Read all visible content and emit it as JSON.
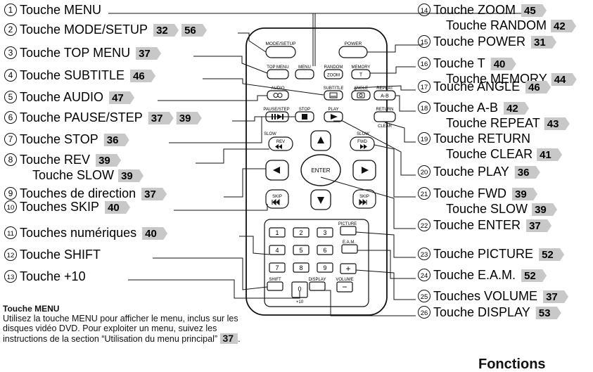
{
  "legend": {
    "left": [
      {
        "num": 1,
        "label": "Touche MENU",
        "pages": []
      },
      {
        "num": 2,
        "label": "Touche MODE/SETUP",
        "pages": [
          "32",
          "56"
        ]
      },
      {
        "num": 3,
        "label": "Touche TOP MENU",
        "pages": [
          "37"
        ]
      },
      {
        "num": 4,
        "label": "Touche SUBTITLE",
        "pages": [
          "46"
        ]
      },
      {
        "num": 5,
        "label": "Touche AUDIO",
        "pages": [
          "47"
        ]
      },
      {
        "num": 6,
        "label": "Touche PAUSE/STEP",
        "pages": [
          "37",
          "39"
        ]
      },
      {
        "num": 7,
        "label": "Touche STOP",
        "pages": [
          "36"
        ]
      },
      {
        "num": 8,
        "label": "Touche REV",
        "pages": [
          "39"
        ],
        "label2": "Touche SLOW",
        "pages2": [
          "39"
        ]
      },
      {
        "num": 9,
        "label": "Touches de direction",
        "pages": [
          "37"
        ]
      },
      {
        "num": 10,
        "label": "Touches SKIP",
        "pages": [
          "40"
        ]
      },
      {
        "num": 11,
        "label": "Touches numériques",
        "pages": [
          "40"
        ]
      },
      {
        "num": 12,
        "label": "Touche SHIFT",
        "pages": []
      },
      {
        "num": 13,
        "label": "Touche +10",
        "pages": []
      }
    ],
    "right": [
      {
        "num": 14,
        "label": "Touche ZOOM",
        "pages": [
          "45"
        ],
        "label2": "Touche RANDOM",
        "pages2": [
          "42"
        ]
      },
      {
        "num": 15,
        "label": "Touche POWER",
        "pages": [
          "31"
        ]
      },
      {
        "num": 16,
        "label": "Touche T",
        "pages": [
          "40"
        ],
        "label2": "Touche MEMORY",
        "pages2": [
          "44"
        ]
      },
      {
        "num": 17,
        "label": "Touche ANGLE",
        "pages": [
          "46"
        ]
      },
      {
        "num": 18,
        "label": "Touche A-B",
        "pages": [
          "42"
        ],
        "label2": "Touche REPEAT",
        "pages2": [
          "43"
        ]
      },
      {
        "num": 19,
        "label": "Touche RETURN",
        "pages": [],
        "label2": "Touche CLEAR",
        "pages2": [
          "41"
        ]
      },
      {
        "num": 20,
        "label": "Touche PLAY",
        "pages": [
          "36"
        ]
      },
      {
        "num": 21,
        "label": "Touche FWD",
        "pages": [
          "39"
        ],
        "label2": "Touche SLOW",
        "pages2": [
          "39"
        ]
      },
      {
        "num": 22,
        "label": "Touche ENTER",
        "pages": [
          "37"
        ]
      },
      {
        "num": 23,
        "label": "Touche PICTURE",
        "pages": [
          "52"
        ]
      },
      {
        "num": 24,
        "label": "Touche E.A.M.",
        "pages": [
          "52"
        ]
      },
      {
        "num": 25,
        "label": "Touches VOLUME",
        "pages": [
          "37"
        ]
      },
      {
        "num": 26,
        "label": "Touche DISPLAY",
        "pages": [
          "53"
        ]
      }
    ]
  },
  "remote": {
    "mode_setup": "MODE/SETUP",
    "power": "POWER",
    "top_menu": "TOP MENU",
    "menu": "MENU",
    "random": "RANDOM",
    "zoom": "ZOOM",
    "memory": "MEMORY",
    "t": "T",
    "subtitle": "SUBTITLE",
    "angle": "ANGLE",
    "repeat": "REPEAT",
    "ab": "A-B",
    "audio": "AUDIO",
    "pause_step": "PAUSE/STEP",
    "stop": "STOP",
    "play": "PLAY",
    "return": "RETURN",
    "clear": "CLEAR",
    "slow_left": "SLOW",
    "slow_right": "SLOW",
    "rev": "REV",
    "fwd": "FWD",
    "enter": "ENTER",
    "skip_left": "SKIP",
    "skip_right": "SKIP",
    "digits": [
      "1",
      "2",
      "3",
      "4",
      "5",
      "6",
      "7",
      "8",
      "9",
      "0"
    ],
    "plus10": "+10",
    "picture": "PICTURE",
    "eam": "E.A.M.",
    "shift": "SHIFT",
    "display": "DISPLAY",
    "volume": "VOLUME",
    "vol_plus": "+",
    "vol_minus": "−"
  },
  "description": {
    "heading": "Touche MENU",
    "text": "Utilisez la touche MENU pour afficher le menu, inclus sur les disques vidéo DVD. Pour exploiter un menu, suivez les instructions de la section “Utilisation du menu principal”",
    "page": "37",
    "tail": "."
  },
  "cut_heading": "Fonctions"
}
